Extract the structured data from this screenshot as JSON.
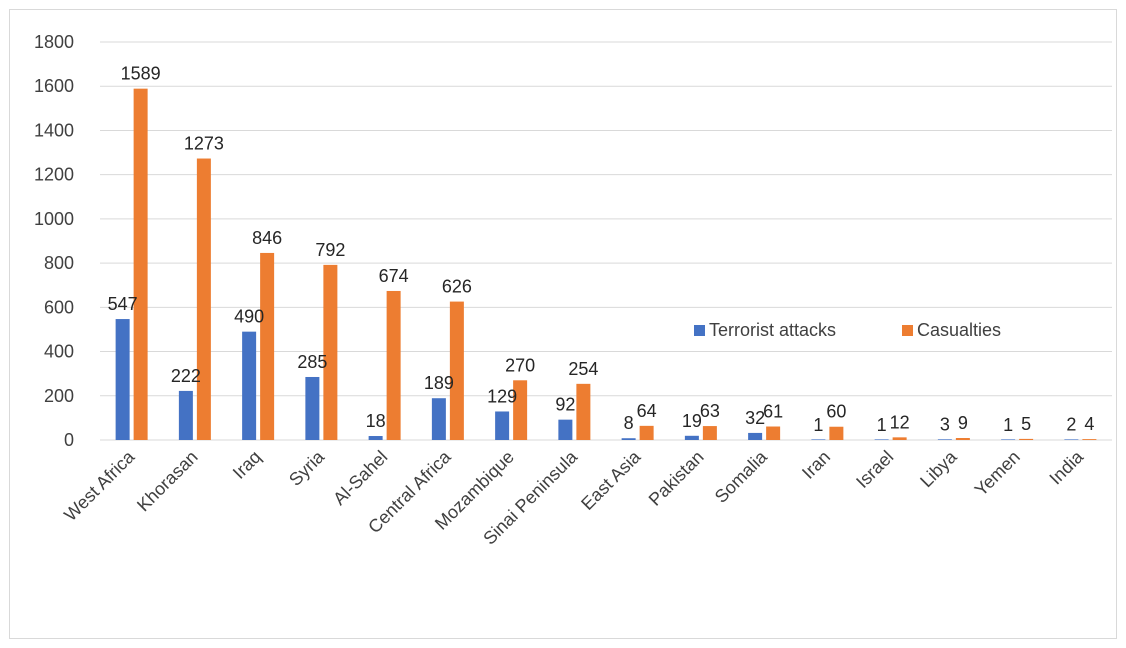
{
  "chart_data": {
    "type": "bar",
    "categories": [
      "West Africa",
      "Khorasan",
      "Iraq",
      "Syria",
      "Al-Sahel",
      "Central Africa",
      "Mozambique",
      "Sinai Peninsula",
      "East Asia",
      "Pakistan",
      "Somalia",
      "Iran",
      "Israel",
      "Libya",
      "Yemen",
      "India"
    ],
    "series": [
      {
        "name": "Terrorist attacks",
        "color": "#4472c4",
        "values": [
          547,
          222,
          490,
          285,
          18,
          189,
          129,
          92,
          8,
          19,
          32,
          1,
          1,
          3,
          1,
          2
        ]
      },
      {
        "name": "Casualties",
        "color": "#ed7d31",
        "values": [
          1589,
          1273,
          846,
          792,
          674,
          626,
          270,
          254,
          64,
          63,
          61,
          60,
          12,
          9,
          5,
          4
        ]
      }
    ],
    "ylim": [
      0,
      1800
    ],
    "yticks": [
      0,
      200,
      400,
      600,
      800,
      1000,
      1200,
      1400,
      1600,
      1800
    ],
    "grid": true,
    "legend_position": "inside-right",
    "gridline_color": "#d9d9d9"
  }
}
